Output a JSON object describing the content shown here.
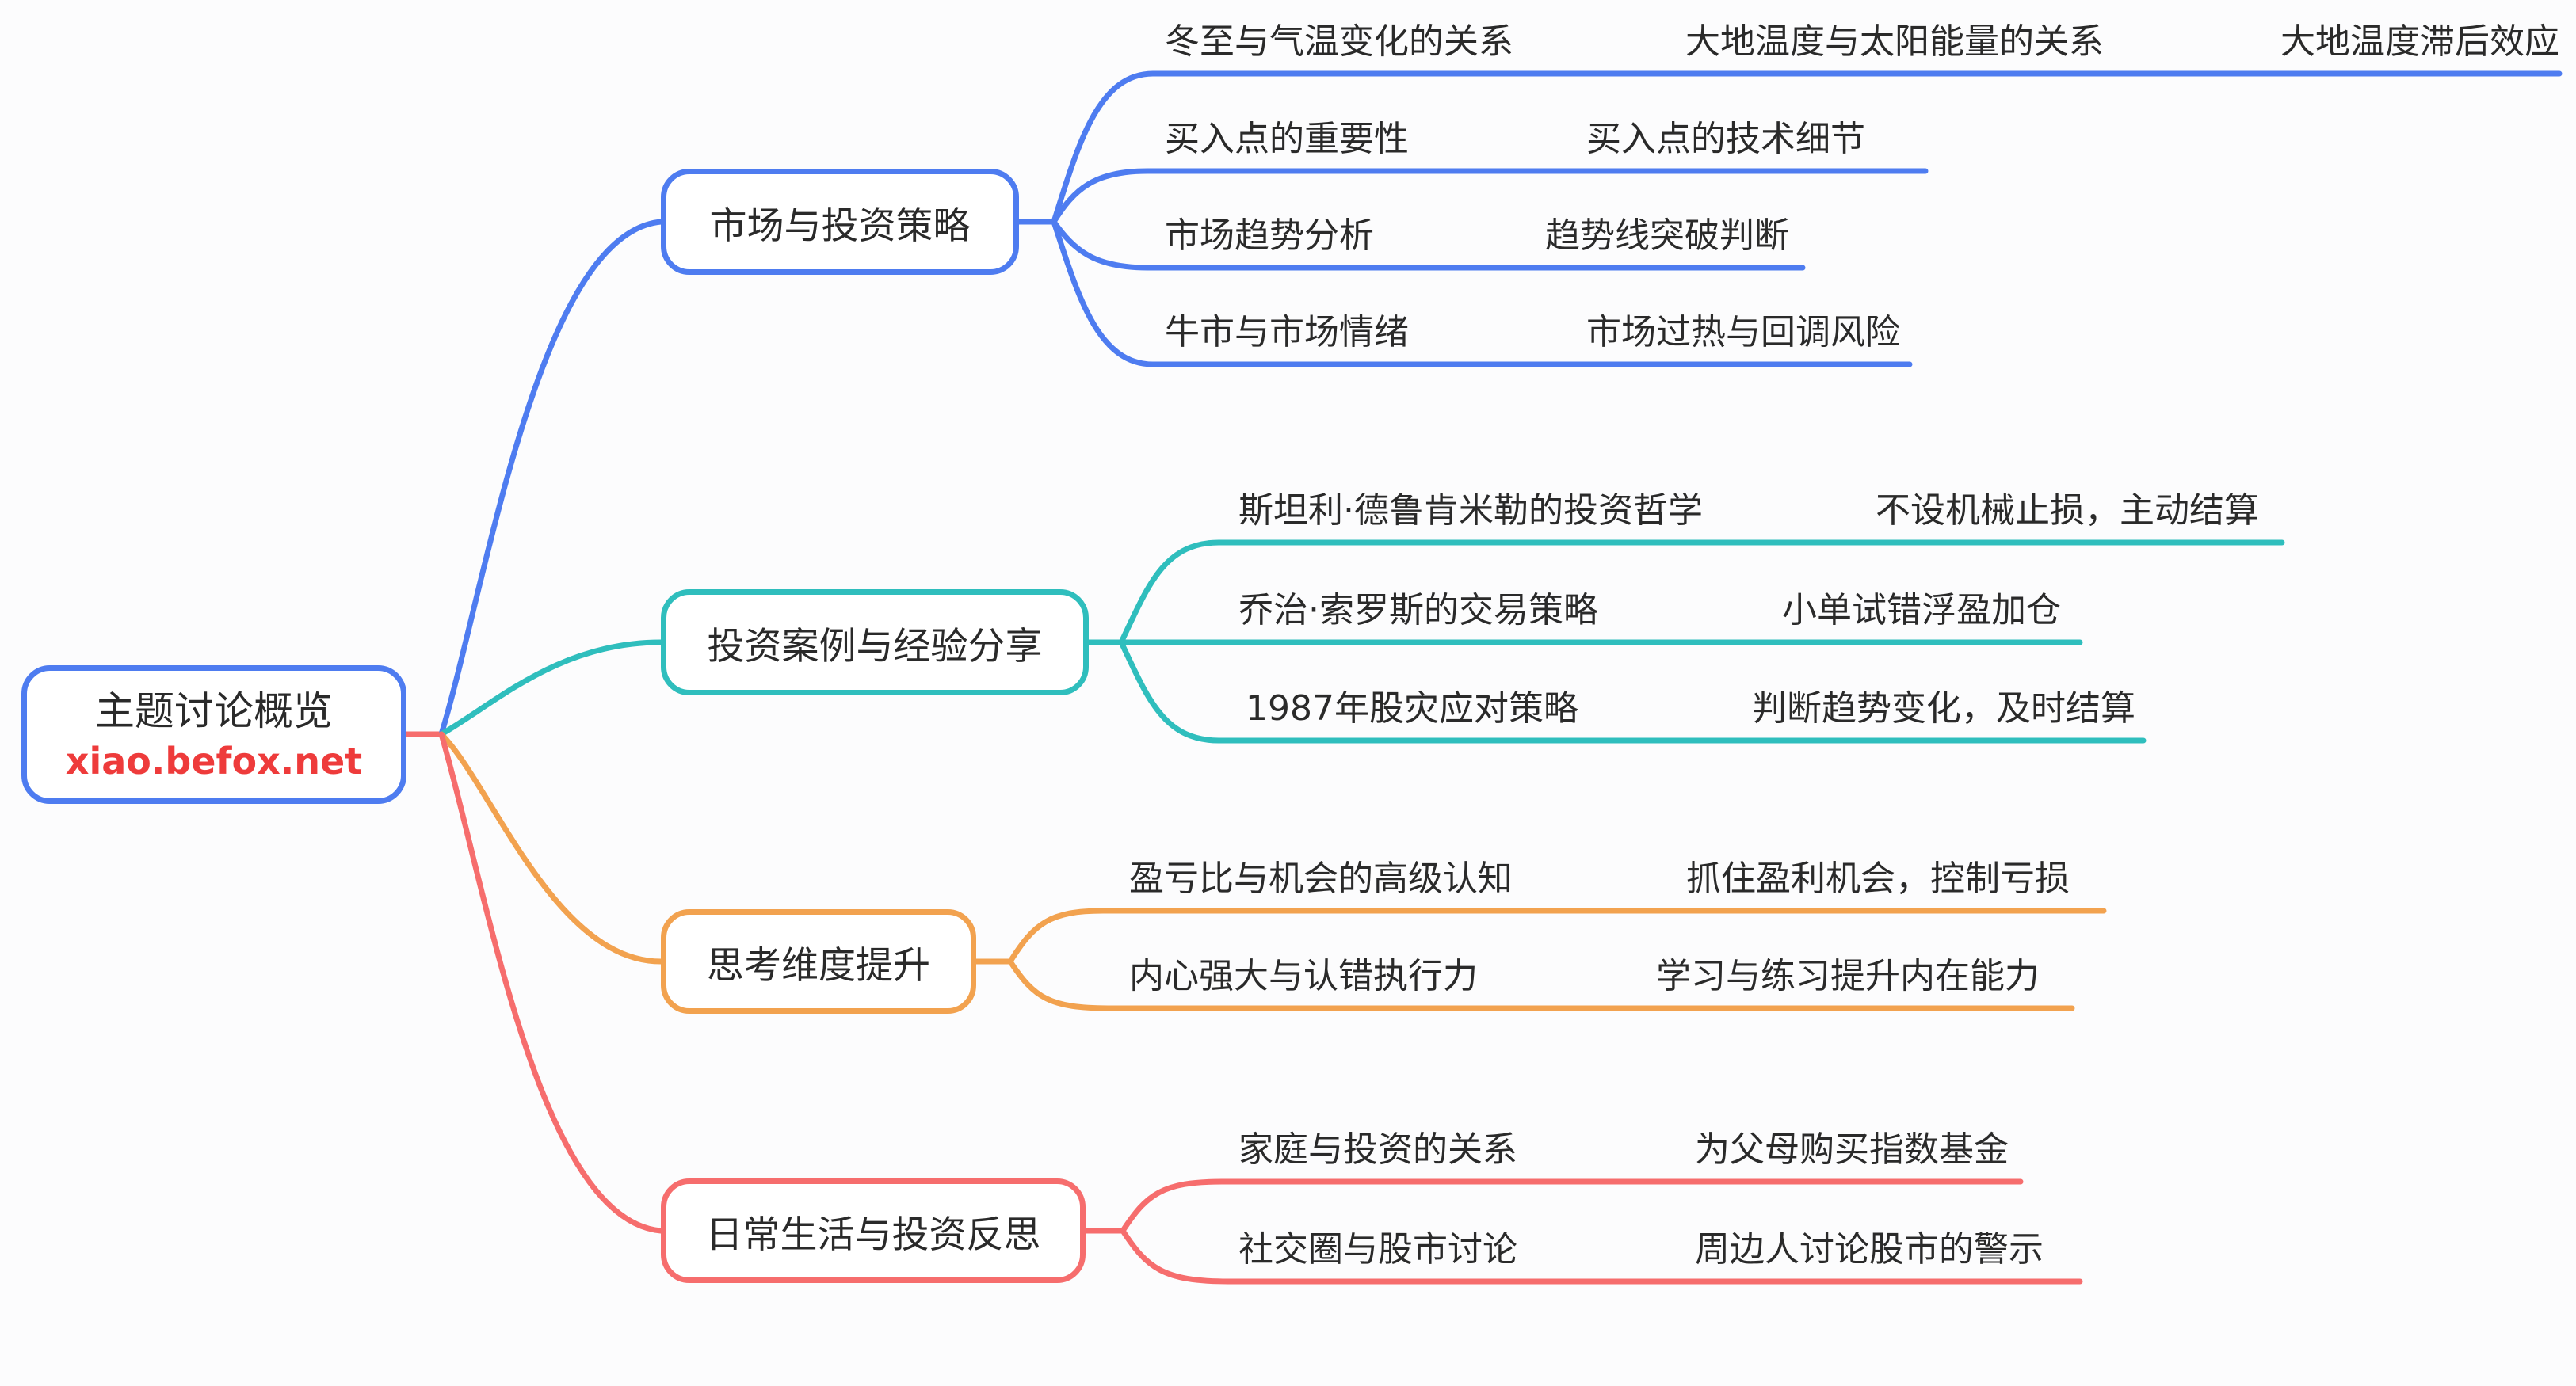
{
  "colors": {
    "blue": "#4E7CF0",
    "teal": "#2FBEBD",
    "orange": "#F2A24F",
    "pink": "#F66D6D",
    "link_red": "#EE3B3B",
    "text": "#2A2A2A",
    "bg": "#FCFCFD"
  },
  "root": {
    "title": "主题讨论概览",
    "subtitle": "xiao.befox.net"
  },
  "branches": [
    {
      "label": "市场与投资策略",
      "color": "#4E7CF0",
      "rows": [
        {
          "items": [
            "冬至与气温变化的关系",
            "大地温度与太阳能量的关系",
            "大地温度滞后效应"
          ]
        },
        {
          "items": [
            "买入点的重要性",
            "买入点的技术细节"
          ]
        },
        {
          "items": [
            "市场趋势分析",
            "趋势线突破判断"
          ]
        },
        {
          "items": [
            "牛市与市场情绪",
            "市场过热与回调风险"
          ]
        }
      ]
    },
    {
      "label": "投资案例与经验分享",
      "color": "#2FBEBD",
      "rows": [
        {
          "items": [
            "斯坦利·德鲁肯米勒的投资哲学",
            "不设机械止损，主动结算"
          ]
        },
        {
          "items": [
            "乔治·索罗斯的交易策略",
            "小单试错浮盈加仓"
          ]
        },
        {
          "items": [
            "1987年股灾应对策略",
            "判断趋势变化，及时结算"
          ]
        }
      ]
    },
    {
      "label": "思考维度提升",
      "color": "#F2A24F",
      "rows": [
        {
          "items": [
            "盈亏比与机会的高级认知",
            "抓住盈利机会，控制亏损"
          ]
        },
        {
          "items": [
            "内心强大与认错执行力",
            "学习与练习提升内在能力"
          ]
        }
      ]
    },
    {
      "label": "日常生活与投资反思",
      "color": "#F66D6D",
      "rows": [
        {
          "items": [
            "家庭与投资的关系",
            "为父母购买指数基金"
          ]
        },
        {
          "items": [
            "社交圈与股市讨论",
            "周边人讨论股市的警示"
          ]
        }
      ]
    }
  ]
}
